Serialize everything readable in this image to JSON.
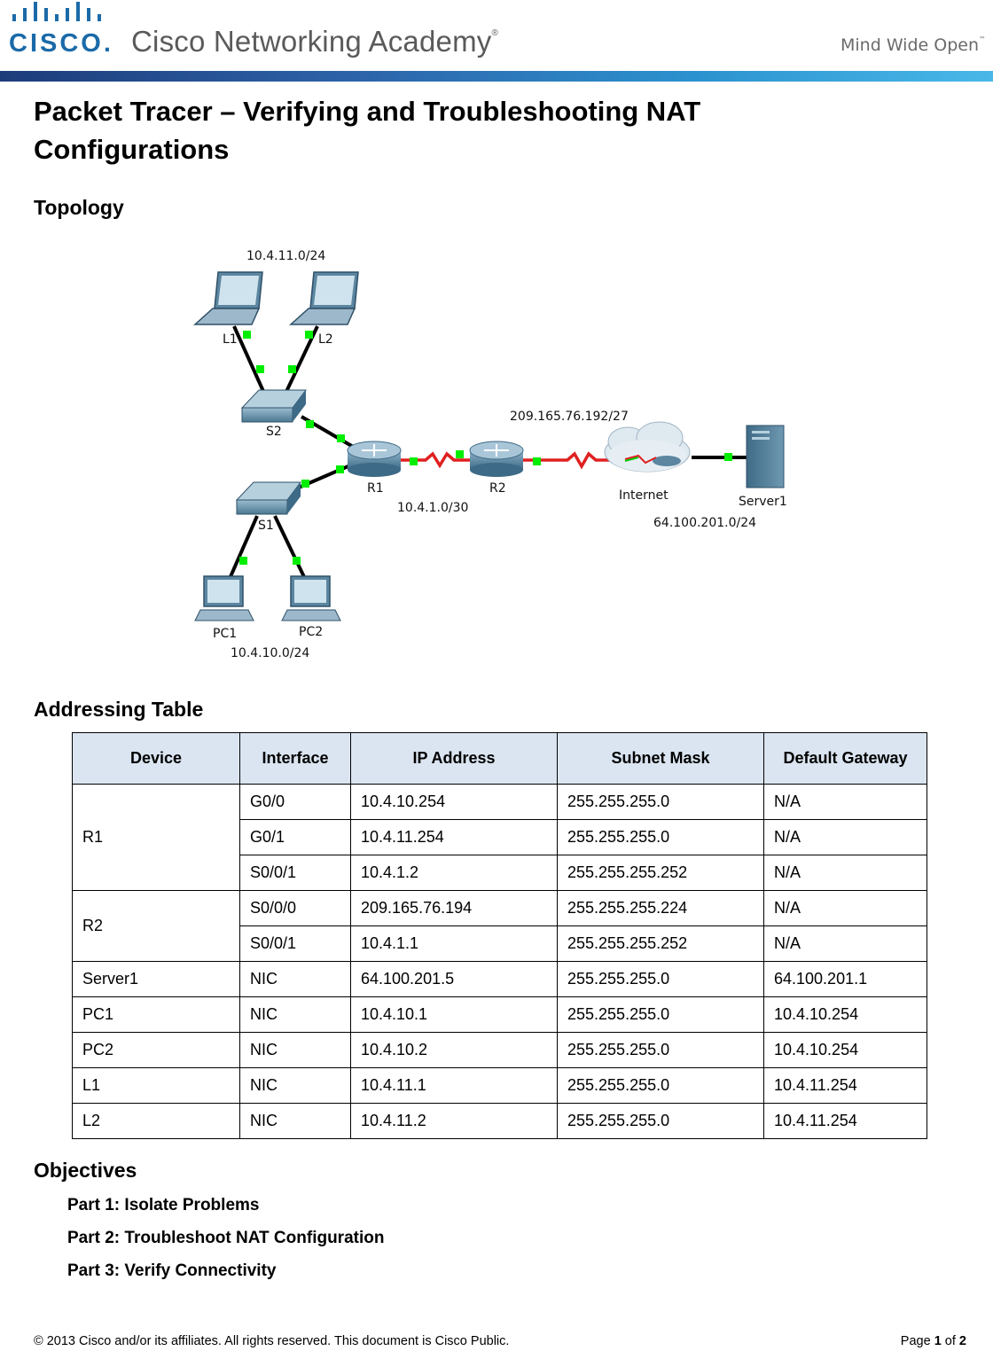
{
  "header": {
    "logo_word": "CISCO.",
    "academy": "Cisco Networking Academy",
    "academy_mark": "®",
    "tagline": "Mind Wide Open",
    "tagline_mark": "™"
  },
  "title": "Packet Tracer – Verifying and Troubleshooting NAT Configurations",
  "topology": {
    "heading": "Topology",
    "labels": {
      "net_l": "10.4.11.0/24",
      "l1": "L1",
      "l2": "L2",
      "s2": "S2",
      "s1": "S1",
      "r1": "R1",
      "r2": "R2",
      "net_serial": "10.4.1.0/30",
      "net_public": "209.165.76.192/27",
      "internet": "Internet",
      "server1": "Server1",
      "net_server": "64.100.201.0/24",
      "pc1": "PC1",
      "pc2": "PC2",
      "net_pc": "10.4.10.0/24"
    }
  },
  "addressing": {
    "heading": "Addressing Table",
    "headers": [
      "Device",
      "Interface",
      "IP Address",
      "Subnet Mask",
      "Default Gateway"
    ],
    "rows": [
      [
        "R1",
        "G0/0",
        "10.4.10.254",
        "255.255.255.0",
        "N/A"
      ],
      [
        "",
        "G0/1",
        "10.4.11.254",
        "255.255.255.0",
        "N/A"
      ],
      [
        "",
        "S0/0/1",
        "10.4.1.2",
        "255.255.255.252",
        "N/A"
      ],
      [
        "R2",
        "S0/0/0",
        "209.165.76.194",
        "255.255.255.224",
        "N/A"
      ],
      [
        "",
        "S0/0/1",
        "10.4.1.1",
        "255.255.255.252",
        "N/A"
      ],
      [
        "Server1",
        "NIC",
        "64.100.201.5",
        "255.255.255.0",
        "64.100.201.1"
      ],
      [
        "PC1",
        "NIC",
        "10.4.10.1",
        "255.255.255.0",
        "10.4.10.254"
      ],
      [
        "PC2",
        "NIC",
        "10.4.10.2",
        "255.255.255.0",
        "10.4.10.254"
      ],
      [
        "L1",
        "NIC",
        "10.4.11.1",
        "255.255.255.0",
        "10.4.11.254"
      ],
      [
        "L2",
        "NIC",
        "10.4.11.2",
        "255.255.255.0",
        "10.4.11.254"
      ]
    ]
  },
  "objectives": {
    "heading": "Objectives",
    "items": [
      "Part 1: Isolate Problems",
      "Part 2: Troubleshoot NAT Configuration",
      "Part 3: Verify Connectivity"
    ]
  },
  "footer": {
    "copyright": "© 2013 Cisco and/or its affiliates. All rights reserved. This document is Cisco Public.",
    "page_prefix": "Page ",
    "page_current": "1",
    "page_of": " of ",
    "page_total": "2"
  }
}
